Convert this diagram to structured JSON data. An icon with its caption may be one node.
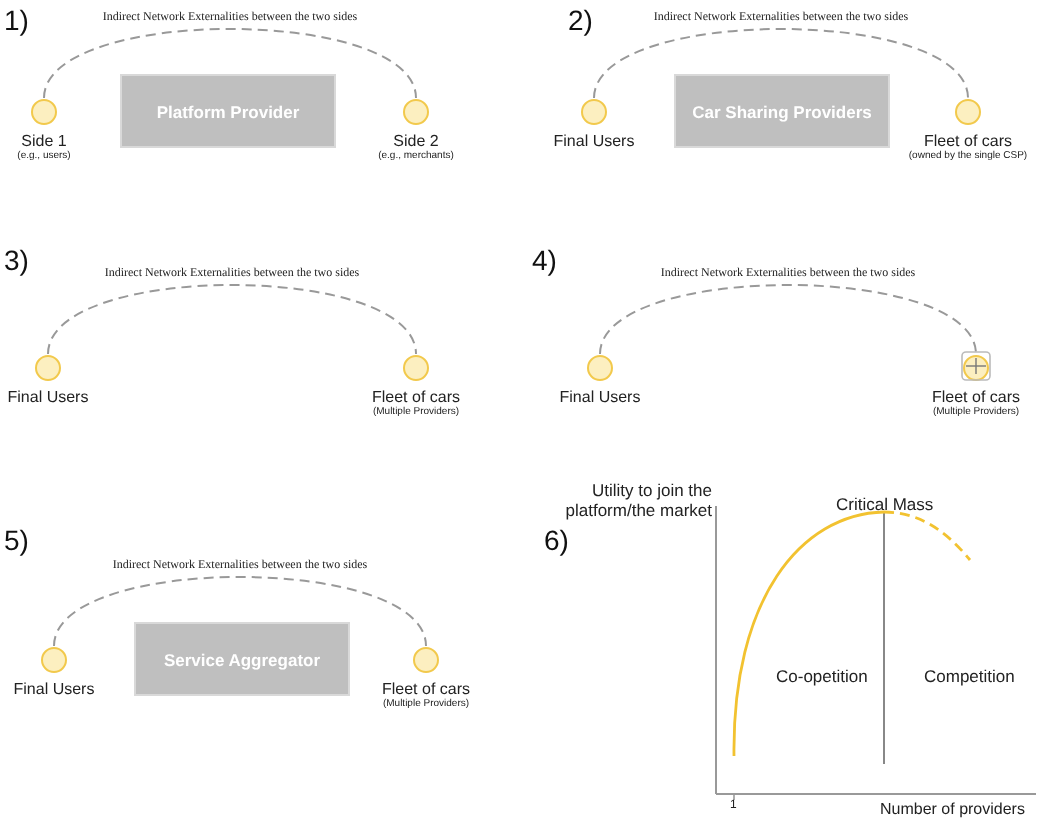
{
  "diagram": {
    "nodes": [
      {
        "text": [
          "Side 1"
        ],
        "beside": [
          "(e.g., users)"
        ]
      },
      {
        "text": [
          "Platform Provider"
        ]
      },
      {
        "text": [
          "Side 2"
        ],
        "beside": [
          "(e.g., merchants)"
        ]
      },
      {
        "text": [
          "Final Users"
        ]
      },
      {
        "text": [
          "Car Sharing Providers"
        ]
      },
      {
        "text": [
          "Fleet of cars"
        ],
        "beside": [
          "(owned by the single CSP)"
        ]
      },
      {
        "text": [
          "Final Users"
        ]
      },
      {
        "text": [
          "Fleet of cars"
        ],
        "beside": [
          "(Multiple Providers)"
        ]
      },
      {
        "text": [
          "Final Users"
        ]
      },
      {
        "text": [
          "Fleet of cars"
        ],
        "beside": [
          "(Multiple Providers)"
        ]
      },
      {
        "text": [
          "Final Users"
        ]
      },
      {
        "text": [
          "Service Aggregator"
        ]
      },
      {
        "text": [
          "Fleet of cars"
        ],
        "beside": [
          "(Multiple Providers)"
        ]
      }
    ],
    "edges": [
      {
        "from": 0,
        "to": 2,
        "arrow": "none",
        "style": "dashed",
        "label": "Indirect Network Externalities between the two sides"
      },
      {
        "from": 3,
        "to": 5,
        "arrow": "none",
        "style": "dashed",
        "label": "Indirect Network Externalities between the two sides"
      },
      {
        "from": 6,
        "to": 7,
        "arrow": "none",
        "style": "dashed",
        "label": "Indirect Network Externalities between the two sides"
      },
      {
        "from": 8,
        "to": 9,
        "arrow": "none",
        "style": "dashed",
        "label": "Indirect Network Externalities between the two sides"
      },
      {
        "from": 10,
        "to": 12,
        "arrow": "none",
        "style": "dashed",
        "label": "Indirect Network Externalities between the two sides"
      }
    ],
    "labels": [
      "1)",
      "2)",
      "3)",
      "4)",
      "5)",
      "6)",
      "Utility to join the platform/the market",
      "Critical Mass",
      "Co-opetition",
      "Competition",
      "1",
      "Number of providers"
    ]
  }
}
